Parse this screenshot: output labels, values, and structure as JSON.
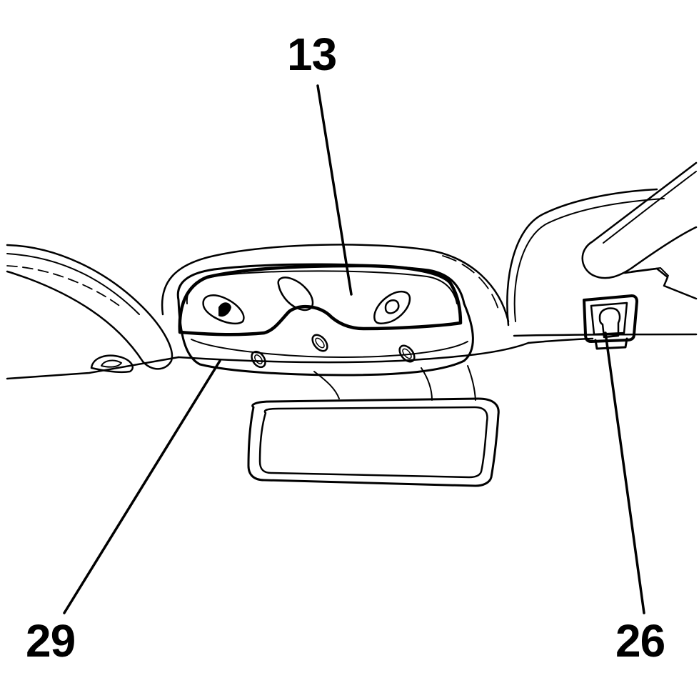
{
  "callouts": [
    {
      "id": "13",
      "text": "13"
    },
    {
      "id": "29",
      "text": "29"
    },
    {
      "id": "26",
      "text": "26"
    }
  ],
  "colors": {
    "ink": "#000000",
    "paper": "#ffffff"
  }
}
